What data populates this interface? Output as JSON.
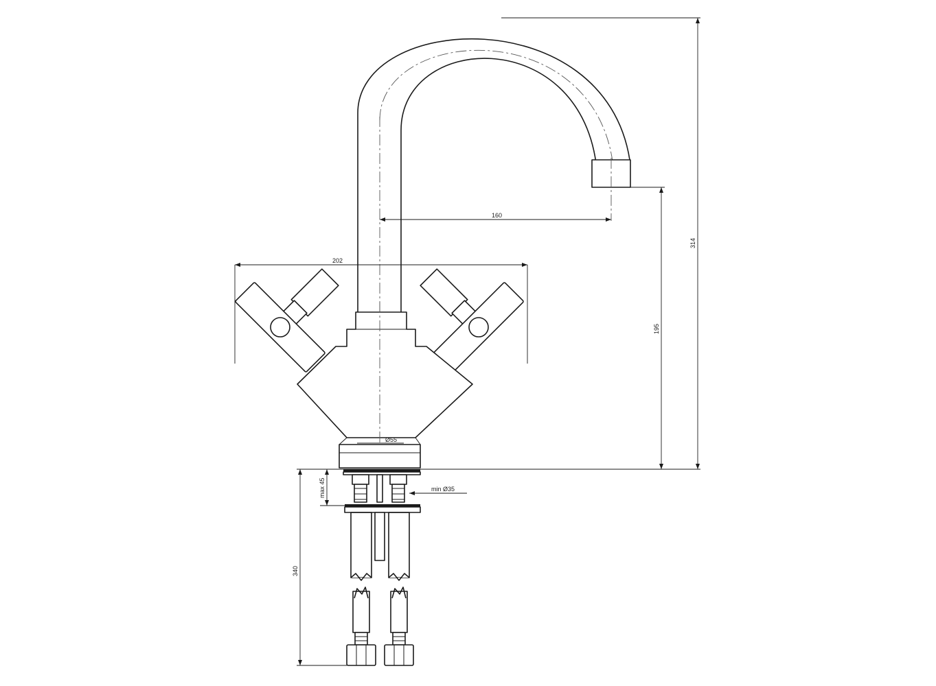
{
  "dimensions": {
    "spout_reach": "160",
    "handle_span": "202",
    "total_height": "314",
    "outlet_height": "195",
    "base_diameter": "Ø55",
    "max_thickness": "max 45",
    "hole_diameter": "min Ø35",
    "hose_length": "340"
  }
}
